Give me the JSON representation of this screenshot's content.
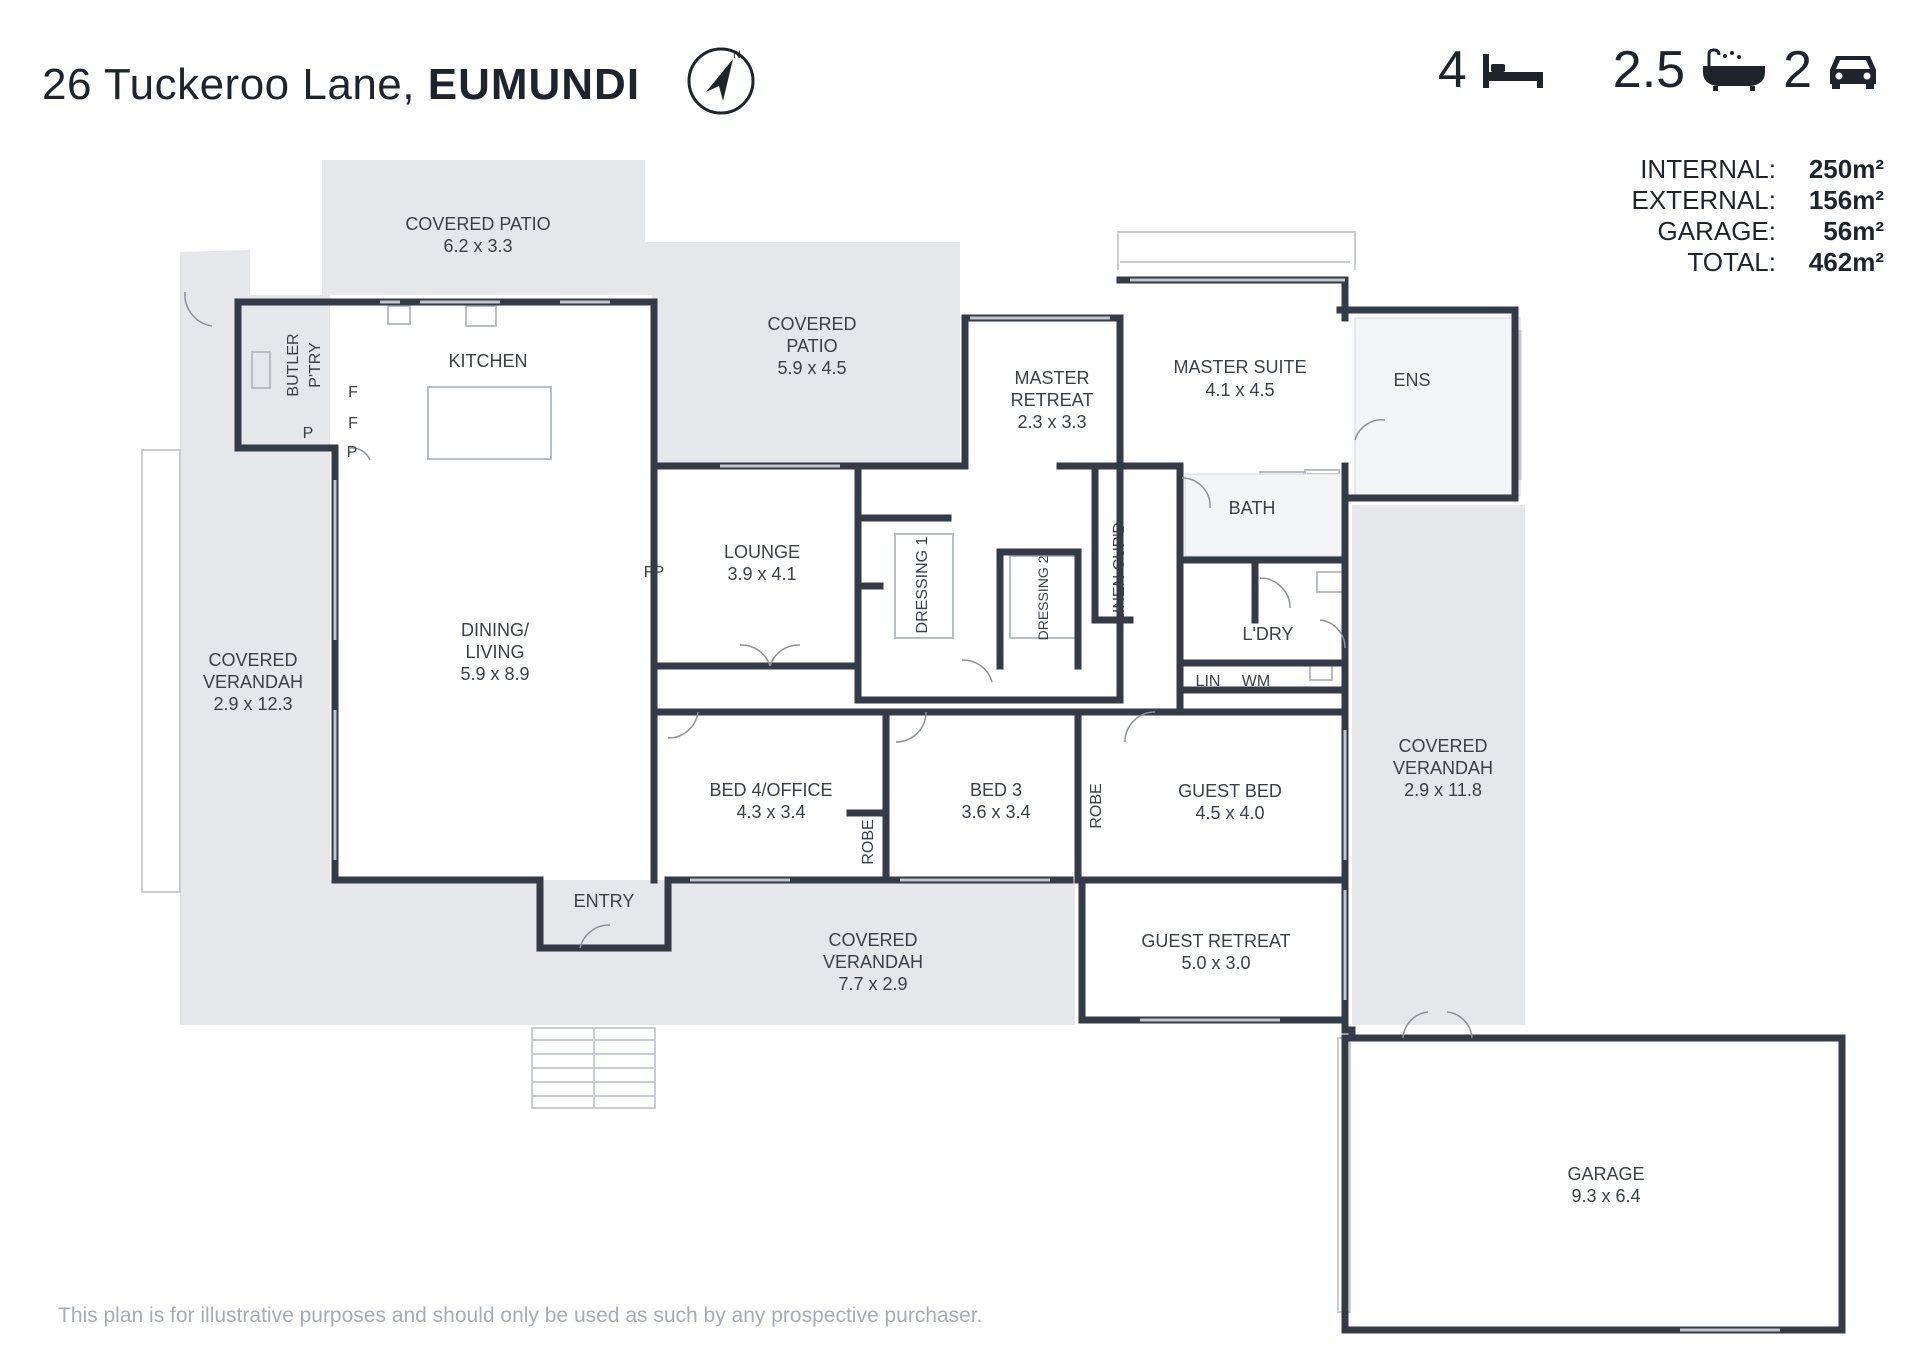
{
  "header": {
    "street": "26 Tuckeroo Lane, ",
    "suburb": "EUMUNDI"
  },
  "summary": {
    "bedrooms": "4",
    "bathrooms": "2.5",
    "car_spaces": "2",
    "icons": [
      "bed-icon",
      "bath-icon",
      "car-icon"
    ]
  },
  "areas": [
    {
      "label": "INTERNAL:",
      "value": "250m²"
    },
    {
      "label": "EXTERNAL:",
      "value": "156m²"
    },
    {
      "label": "GARAGE:",
      "value": "56m²"
    },
    {
      "label": "TOTAL:",
      "value": "462m²"
    }
  ],
  "compass": {
    "north_label": "N"
  },
  "rooms": {
    "covered_patio_1": {
      "name": "COVERED PATIO",
      "size": "6.2 x 3.3"
    },
    "covered_patio_2": {
      "name1": "COVERED",
      "name2": "PATIO",
      "size": "5.9 x 4.5"
    },
    "kitchen": {
      "name": "KITCHEN"
    },
    "butler": {
      "name1": "BUTLER",
      "name2": "P'TRY"
    },
    "fridge_1": "F",
    "fridge_2": "F",
    "pantry_1": "P",
    "pantry_2": "P",
    "fireplace": "FP",
    "dining_living": {
      "name1": "DINING/",
      "name2": "LIVING",
      "size": "5.9 x 8.9"
    },
    "lounge": {
      "name": "LOUNGE",
      "size": "3.9 x 4.1"
    },
    "dressing_1": "DRESSING 1",
    "dressing_2": "DRESSING 2",
    "linen": "LINEN CUP'D",
    "master_retreat": {
      "name1": "MASTER",
      "name2": "RETREAT",
      "size": "2.3 x 3.3"
    },
    "master_suite": {
      "name": "MASTER SUITE",
      "size": "4.1 x 4.5"
    },
    "ensuite": "ENS",
    "bath": "BATH",
    "laundry": "L'DRY",
    "linen_small": "LIN",
    "washing_machine": "WM",
    "verandah_west": {
      "name1": "COVERED",
      "name2": "VERANDAH",
      "size": "2.9 x 12.3"
    },
    "verandah_east": {
      "name1": "COVERED",
      "name2": "VERANDAH",
      "size": "2.9 x 11.8"
    },
    "verandah_south": {
      "name1": "COVERED",
      "name2": "VERANDAH",
      "size": "7.7 x 2.9"
    },
    "bed_4": {
      "name": "BED 4/OFFICE",
      "size": "4.3 x 3.4"
    },
    "robe_1": "ROBE",
    "bed_3": {
      "name": "BED 3",
      "size": "3.6 x 3.4"
    },
    "robe_2": "ROBE",
    "guest_bed": {
      "name": "GUEST BED",
      "size": "4.5 x 4.0"
    },
    "entry": "ENTRY",
    "guest_retreat": {
      "name": "GUEST RETREAT",
      "size": "5.0 x 3.0"
    },
    "garage": {
      "name": "GARAGE",
      "size": "9.3 x 6.4"
    }
  },
  "disclaimer": "This plan is for illustrative purposes and should only be used as such by any prospective purchaser.",
  "colors": {
    "wall": "#343a46",
    "outdoor_fill": "#e6e7ea",
    "text": "#3a3f48"
  }
}
